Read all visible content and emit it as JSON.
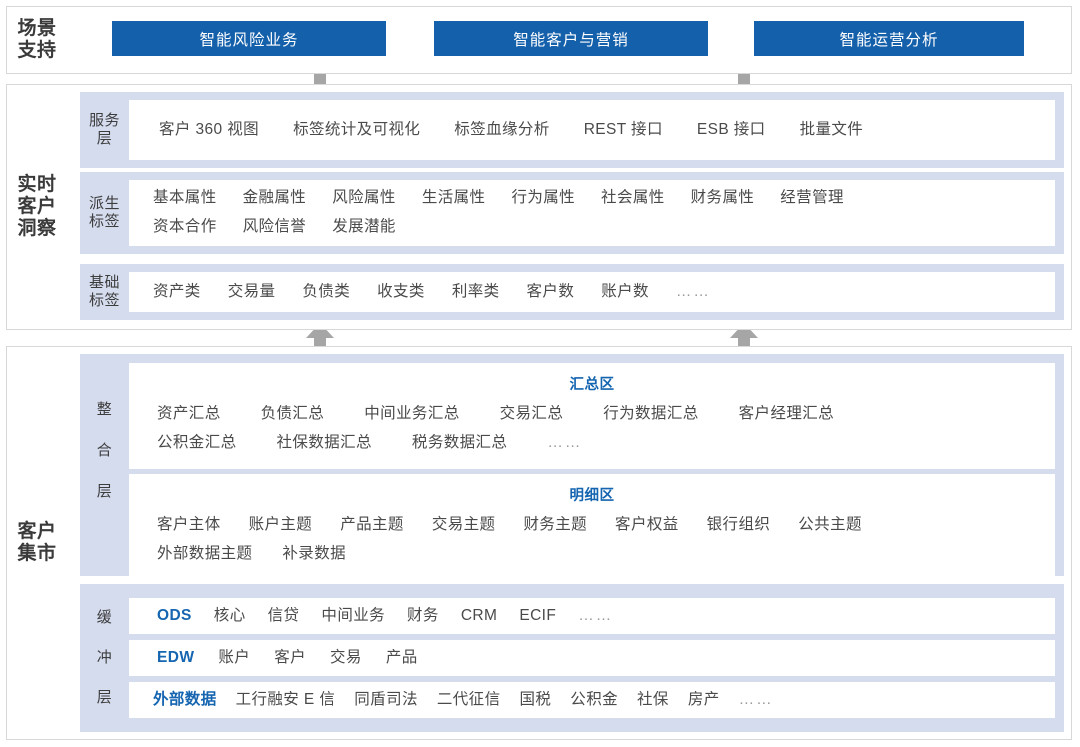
{
  "sections": {
    "scene": {
      "label": "场景\n支持",
      "label_lines": [
        "场景",
        "支持"
      ],
      "buttons": [
        {
          "label": "智能风险业务"
        },
        {
          "label": "智能客户与营销"
        },
        {
          "label": "智能运营分析"
        }
      ]
    },
    "insight": {
      "label_lines": [
        "实时",
        "客户",
        "洞察"
      ],
      "rows": [
        {
          "caption_lines": [
            "服务",
            "层"
          ],
          "caption": "服务层",
          "lines": [
            [
              "客户 360 视图",
              "标签统计及可视化",
              "标签血缘分析",
              "REST 接口",
              "ESB 接口",
              "批量文件"
            ]
          ]
        },
        {
          "caption_lines": [
            "派生",
            "标签"
          ],
          "caption": "派生标签",
          "lines": [
            [
              "基本属性",
              "金融属性",
              "风险属性",
              "生活属性",
              "行为属性",
              "社会属性",
              "财务属性",
              "经营管理"
            ],
            [
              "资本合作",
              "风险信誉",
              "发展潜能"
            ]
          ]
        },
        {
          "caption_lines": [
            "基础",
            "标签"
          ],
          "caption": "基础标签",
          "lines": [
            [
              "资产类",
              "交易量",
              "负债类",
              "收支类",
              "利率类",
              "客户数",
              "账户数",
              "……"
            ]
          ]
        }
      ]
    },
    "mart": {
      "label_lines": [
        "客户",
        "集市"
      ],
      "integration": {
        "caption_chars": [
          "整",
          "合",
          "层"
        ],
        "caption": "整合层",
        "zones": [
          {
            "title": "汇总区",
            "lines": [
              [
                "资产汇总",
                "负债汇总",
                "中间业务汇总",
                "交易汇总",
                "行为数据汇总",
                "客户经理汇总"
              ],
              [
                "公积金汇总",
                "社保数据汇总",
                "税务数据汇总",
                "……"
              ]
            ]
          },
          {
            "title": "明细区",
            "lines": [
              [
                "客户主体",
                "账户主题",
                "产品主题",
                "交易主题",
                "财务主题",
                "客户权益",
                "银行组织",
                "公共主题"
              ],
              [
                "外部数据主题",
                "补录数据"
              ]
            ]
          }
        ]
      },
      "buffer": {
        "caption_chars": [
          "缓",
          "冲",
          "层"
        ],
        "caption": "缓冲层",
        "lines": [
          {
            "accent": "ODS",
            "items": [
              "核心",
              "信贷",
              "中间业务",
              "财务",
              "CRM",
              "ECIF",
              "……"
            ]
          },
          {
            "accent": "EDW",
            "items": [
              "账户",
              "客户",
              "交易",
              "产品"
            ]
          },
          {
            "accent": "外部数据",
            "items": [
              "工行融安 E 信",
              "同盾司法",
              "二代征信",
              "国税",
              "公积金",
              "社保",
              "房产",
              "……"
            ]
          }
        ]
      }
    }
  },
  "icons": {
    "arrow_up": "arrow-up-icon"
  },
  "colors": {
    "brand_blue": "#1560ab",
    "accent_blue": "#1565b0",
    "band_bg": "#d5dcee",
    "arrow_gray": "#a6a6a6",
    "frame_border": "#d8d8d8"
  }
}
